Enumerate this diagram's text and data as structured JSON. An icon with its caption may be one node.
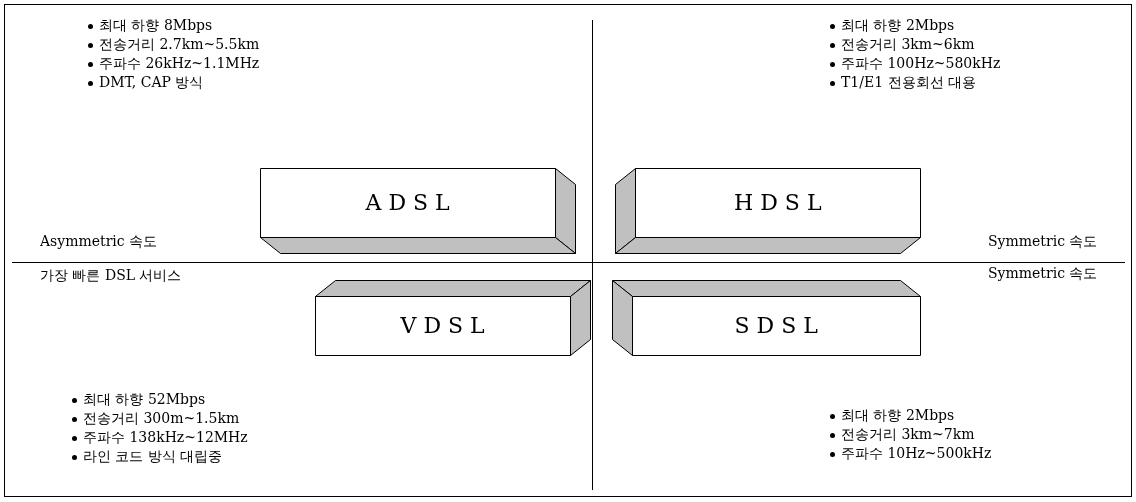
{
  "diagram": {
    "nodes": [
      {
        "text": [
          "A D S L"
        ],
        "beside": [
          "최대 하향 8Mbps",
          "전송거리 2.7km~5.5km",
          "주파수 26kHz~1.1MHz",
          "DMT, CAP 방식"
        ]
      },
      {
        "text": [
          "H D S L"
        ],
        "beside": [
          "최대 하향 2Mbps",
          "전송거리 3km~6km",
          "주파수 100Hz~580kHz",
          "T1/E1 전용회선 대용"
        ]
      },
      {
        "text": [
          "V D S L"
        ],
        "beside": [
          "최대 하향 52Mbps",
          "전송거리 300m~1.5km",
          "주파수 138kHz~12MHz",
          "라인 코드 방식 대립중"
        ]
      },
      {
        "text": [
          "S D S L"
        ],
        "beside": [
          "최대 하향 2Mbps",
          "전송거리 3km~7km",
          "주파수 10Hz~500kHz"
        ]
      }
    ],
    "labels": [
      "Asymmetric 속도",
      "Symmetric 속도",
      "가장 빠른 DSL 서비스",
      "Symmetric 속도"
    ]
  }
}
